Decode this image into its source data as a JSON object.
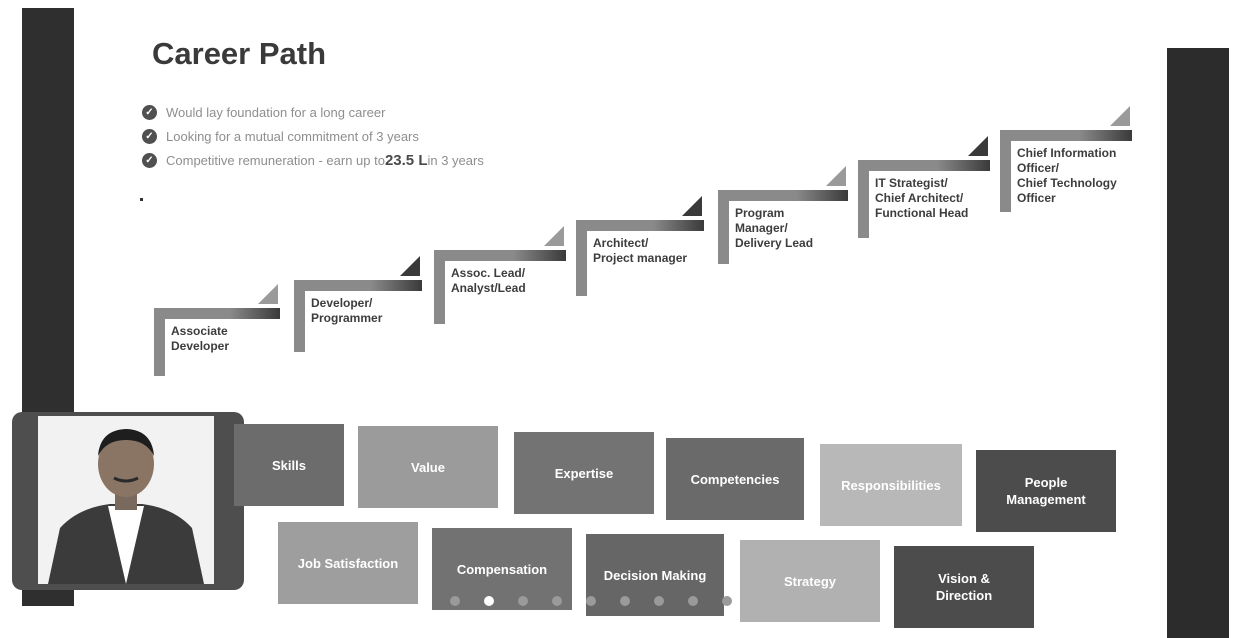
{
  "title": "Career Path",
  "bullets": [
    {
      "text": "Would lay foundation for a long career"
    },
    {
      "text": "Looking for a mutual commitment of 3 years"
    },
    {
      "text_before": "Competitive remuneration - earn up to ",
      "strong": "23.5 L",
      "text_after": " in 3 years"
    }
  ],
  "steps": [
    {
      "lines": [
        "Associate",
        "Developer"
      ]
    },
    {
      "lines": [
        "Developer/",
        "Programmer"
      ]
    },
    {
      "lines": [
        "Assoc. Lead/",
        "Analyst/Lead"
      ]
    },
    {
      "lines": [
        "Architect/",
        "Project manager"
      ]
    },
    {
      "lines": [
        "Program",
        "Manager/",
        "Delivery Lead"
      ]
    },
    {
      "lines": [
        "IT Strategist/",
        "Chief Architect/",
        "Functional Head"
      ]
    },
    {
      "lines": [
        "Chief Information",
        "Officer/",
        "Chief Technology",
        "Officer"
      ]
    }
  ],
  "tiles_row1": [
    {
      "label": "Skills",
      "color": "#6c6c6c"
    },
    {
      "label": "Value",
      "color": "#9b9b9b"
    },
    {
      "label": "Expertise",
      "color": "#737373"
    },
    {
      "label": "Competencies",
      "color": "#6a6a6a"
    },
    {
      "label": "Responsibilities",
      "color": "#b8b8b8"
    },
    {
      "label": "People\nManagement",
      "color": "#4c4c4c"
    }
  ],
  "tiles_row2": [
    {
      "label": "Job Satisfaction",
      "color": "#9e9e9e"
    },
    {
      "label": "Compensation",
      "color": "#727272"
    },
    {
      "label": "Decision Making",
      "color": "#666666"
    },
    {
      "label": "Strategy",
      "color": "#b1b1b1"
    },
    {
      "label": "Vision &\nDirection",
      "color": "#4c4c4c"
    }
  ],
  "photo": {
    "icon": "presenter-photo"
  },
  "pager": {
    "count": 9,
    "active_index": 1
  },
  "colors": {
    "dark": "#2f2f2f",
    "step_bar": "#8a8a8a",
    "step_dark": "#3a3a3a"
  }
}
